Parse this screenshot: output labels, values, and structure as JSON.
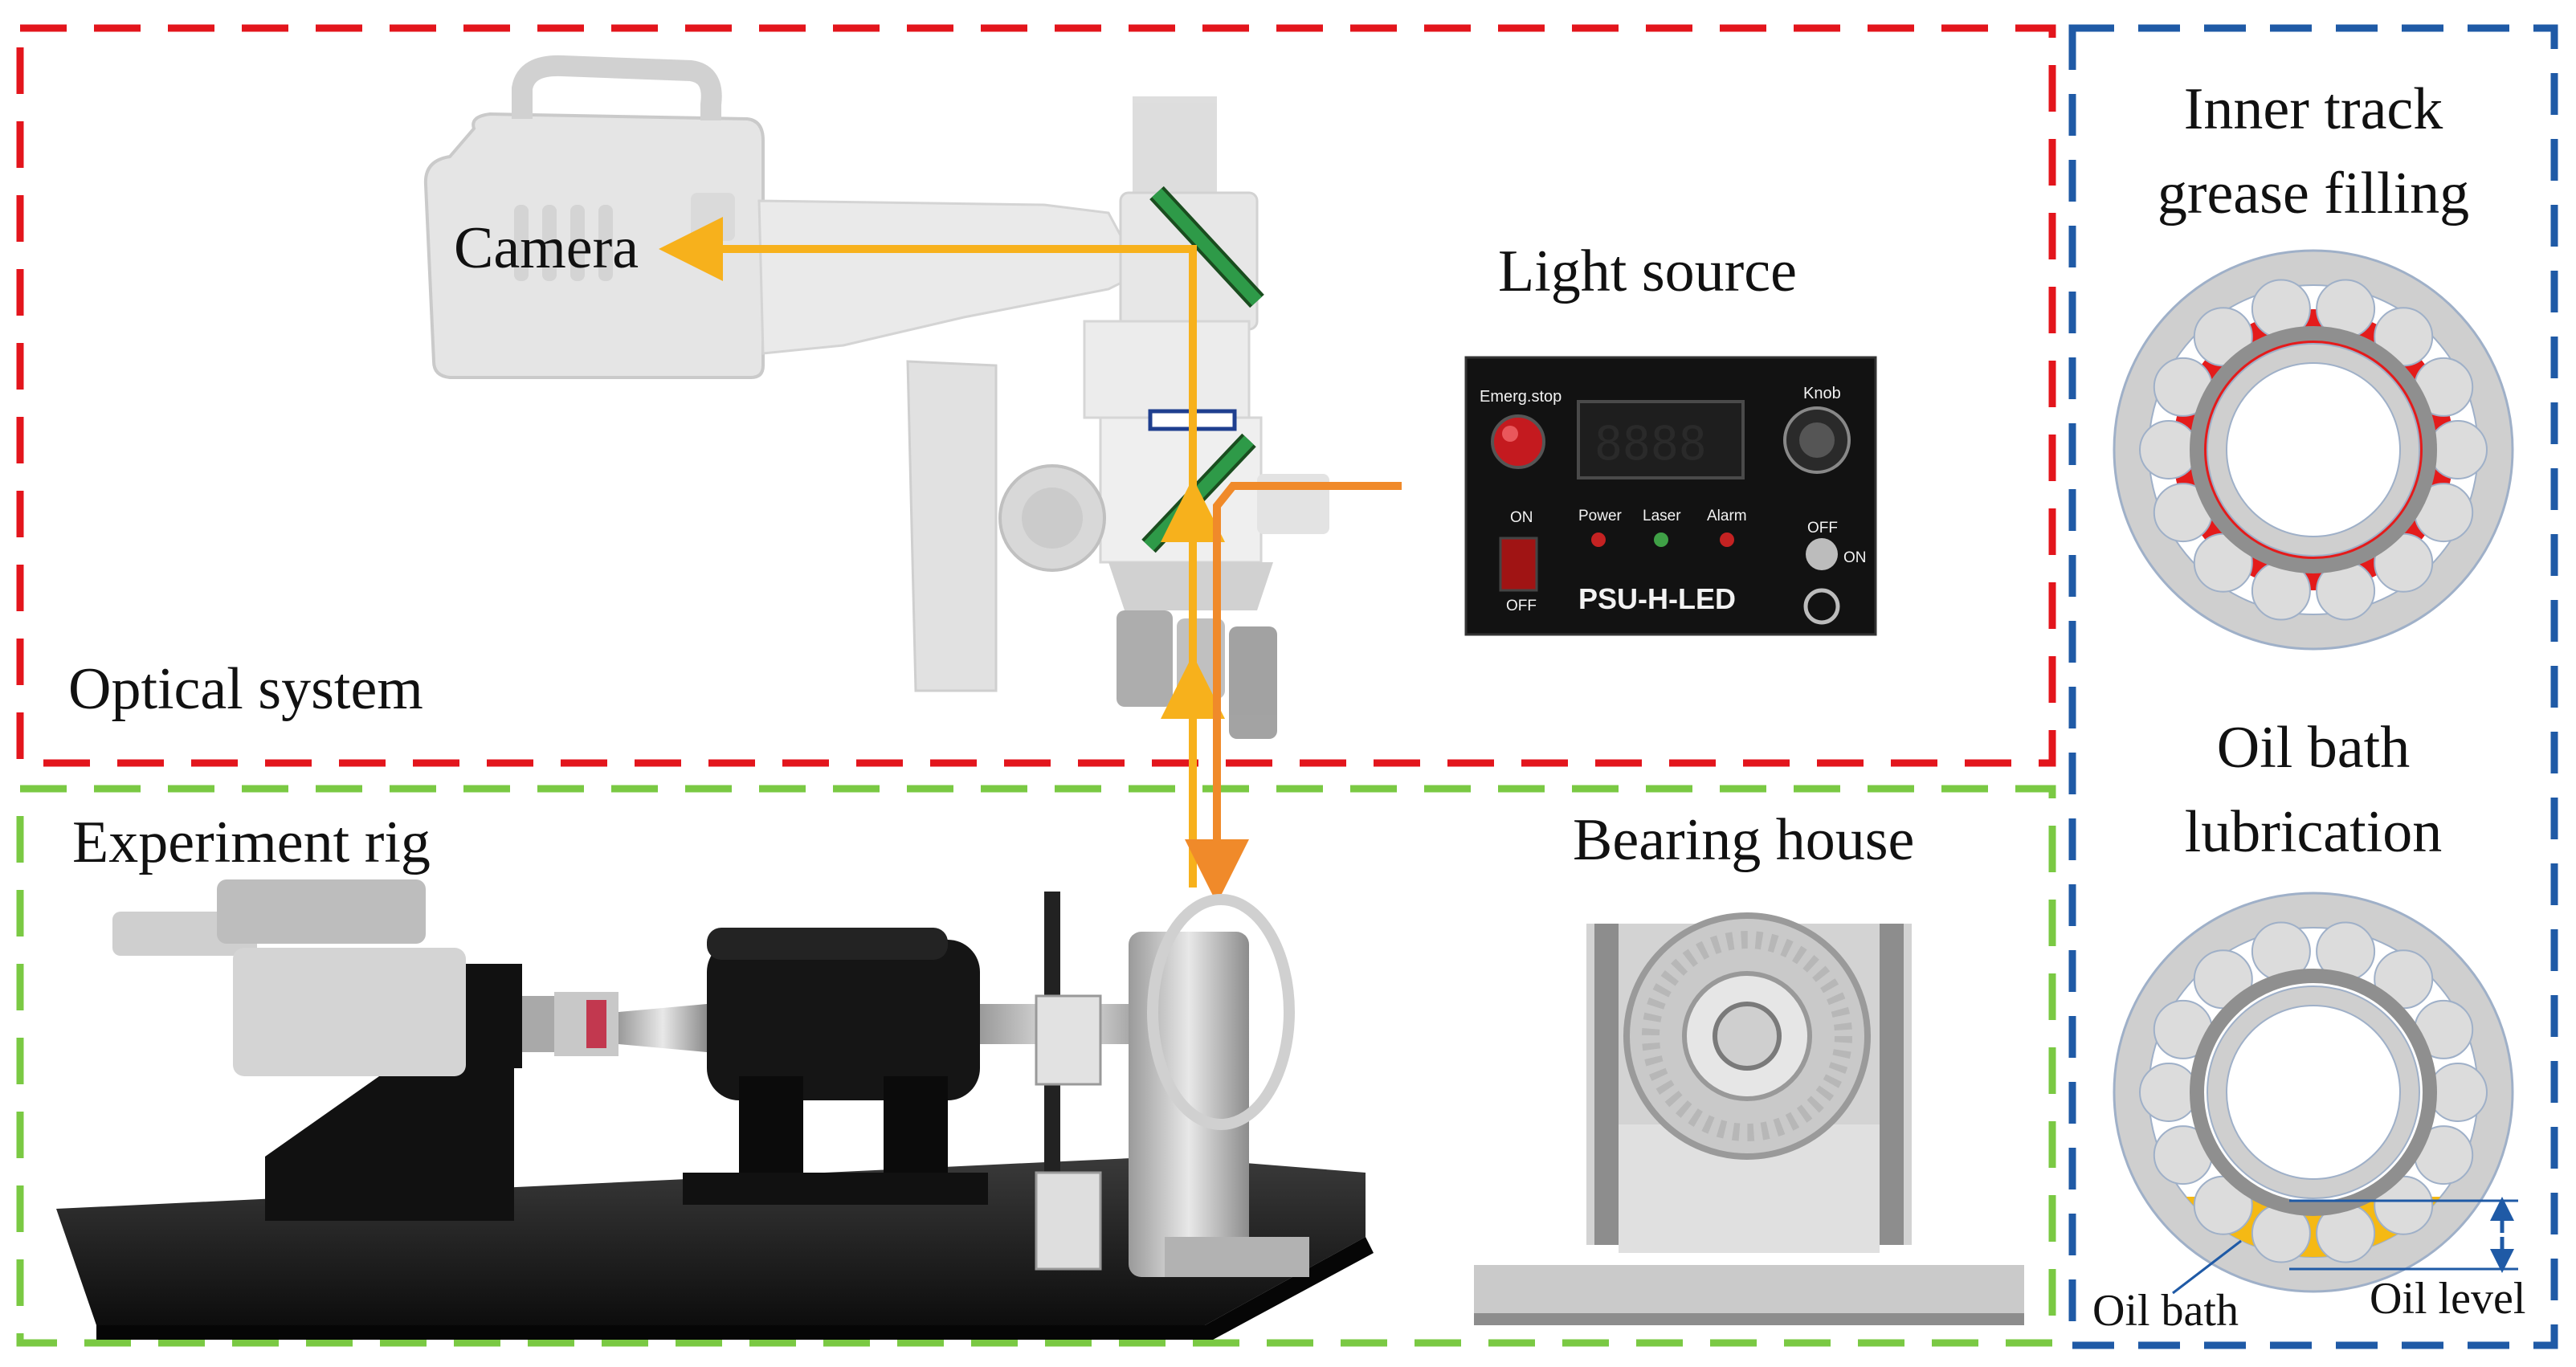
{
  "sections": {
    "optical": {
      "title": "Optical system",
      "frame_color": "#e3151c"
    },
    "rig": {
      "title": "Experiment rig",
      "frame_color": "#7ac943"
    },
    "lubrication": {
      "frame_color": "#1f5aa6"
    }
  },
  "labels": {
    "camera": "Camera",
    "light_source": "Light source",
    "bearing_house": "Bearing house",
    "inner_track_line1": "Inner track",
    "inner_track_line2": "grease filling",
    "oil_bath_line1": "Oil bath",
    "oil_bath_line2": "lubrication",
    "oil_bath_caption": "Oil bath",
    "oil_level_caption": "Oil level"
  },
  "control_panel": {
    "emergency": "Emerg.stop",
    "knob": "Knob",
    "on": "ON",
    "off": "OFF",
    "power": "Power",
    "laser": "Laser",
    "alarm": "Alarm",
    "switch_off": "OFF",
    "switch_on": "ON",
    "model": "PSU-H-LED"
  },
  "colors": {
    "beam_primary": "#f7b11c",
    "beam_secondary": "#f08a2a",
    "mirror": "#2e9a48",
    "grease": "#e41b1b",
    "oil": "#f5b914",
    "bearing_gray": "#cfcfcf"
  }
}
